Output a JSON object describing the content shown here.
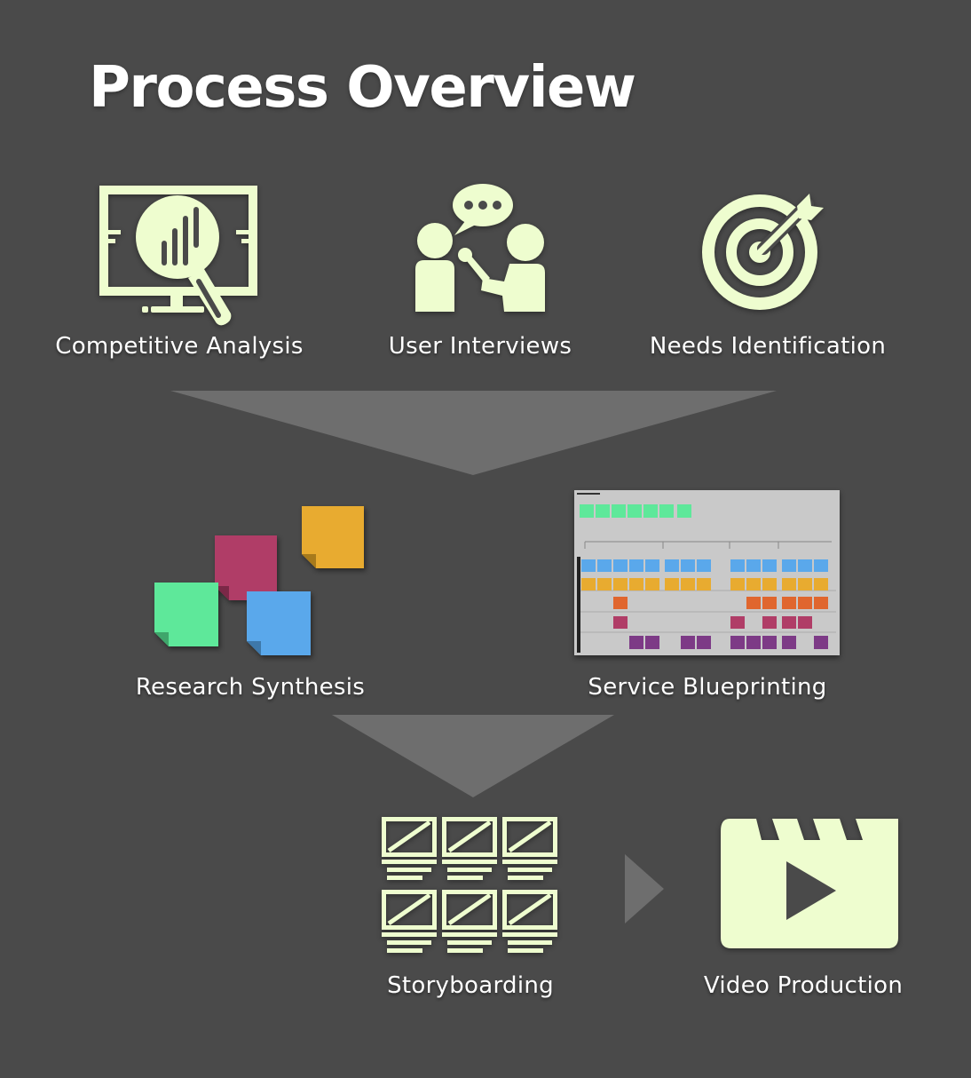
{
  "title": "Process Overview",
  "steps": {
    "competitive_analysis": "Competitive Analysis",
    "user_interviews": "User Interviews",
    "needs_identification": "Needs Identification",
    "research_synthesis": "Research Synthesis",
    "service_blueprinting": "Service Blueprinting",
    "storyboarding": "Storyboarding",
    "video_production": "Video Production"
  },
  "colors": {
    "background": "#4a4a4a",
    "icon": "#eefdcf",
    "arrow": "#6e6e6e",
    "sticky_green": "#5ee89a",
    "sticky_red": "#b03d67",
    "sticky_blue": "#5aa8eb",
    "sticky_yellow": "#e8ab30"
  },
  "icons": [
    "monitor-magnifier-icon",
    "interview-icon",
    "target-icon",
    "sticky-notes-icon",
    "blueprint-thumbnail",
    "storyboard-icon",
    "clapperboard-icon"
  ]
}
